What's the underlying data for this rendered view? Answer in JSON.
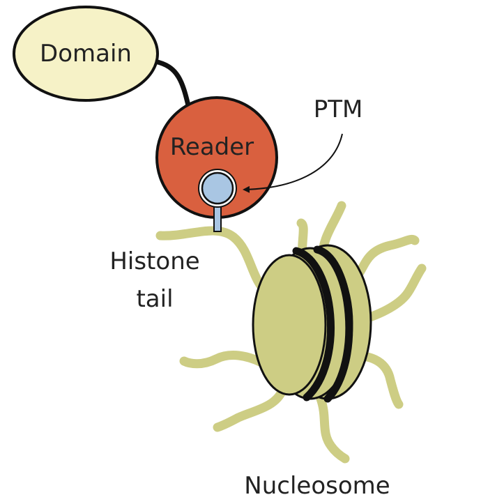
{
  "labels": {
    "domain": "Domain",
    "reader": "Reader",
    "ptm": "PTM",
    "histone_line1": "Histone",
    "histone_line2": "tail",
    "nucleosome": "Nucleosome"
  },
  "colors": {
    "domain_fill": "#f6f2c7",
    "reader_fill": "#d9603f",
    "ptm_fill": "#a9c6e3",
    "histone_tail": "#cdcd84",
    "nucleosome_fill": "#cdcd84",
    "outline": "#111111"
  }
}
